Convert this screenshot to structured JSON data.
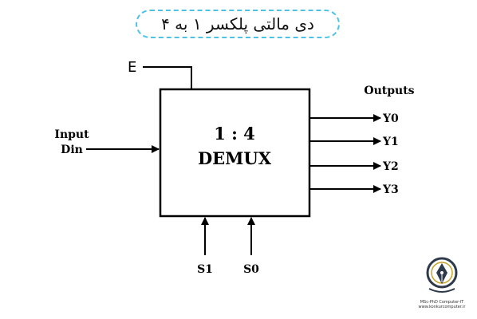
{
  "title": "دی مالتی پلکسر ۱ به ۴",
  "block": {
    "ratio": "1 : 4",
    "name": "DEMUX"
  },
  "enable_label": "E",
  "input": {
    "line1": "Input",
    "line2": "Din"
  },
  "outputs_header": "Outputs",
  "outputs": [
    "Y0",
    "Y1",
    "Y2",
    "Y3"
  ],
  "selects": [
    "S1",
    "S0"
  ],
  "logo": {
    "line1": "MSc-PhD Computer-IT",
    "line2": "www.konkurcomputer.ir"
  },
  "colors": {
    "title_border": "#4cc3e6",
    "logo_dark": "#2e3a4a",
    "logo_accent": "#c9a227"
  }
}
